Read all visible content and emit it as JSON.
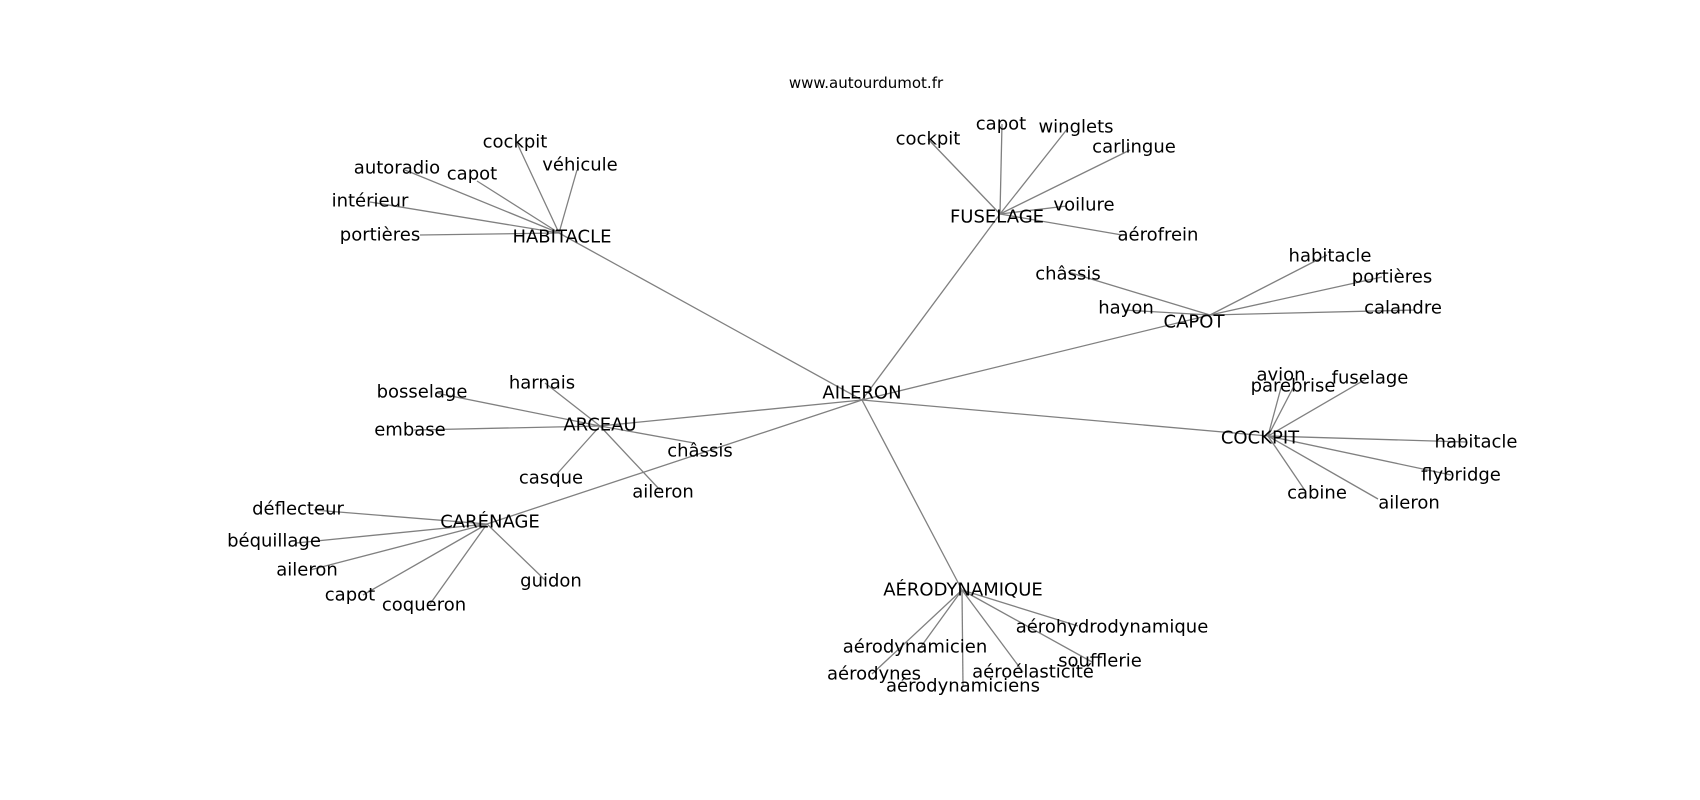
{
  "source": "www.autourdumot.fr",
  "center": "AILERON",
  "groups": [
    {
      "id": "habitacle",
      "label": "HABITACLE",
      "leaves": [
        "cockpit",
        "véhicule",
        "autoradio",
        "capot",
        "intérieur",
        "portières"
      ]
    },
    {
      "id": "fuselage",
      "label": "FUSELAGE",
      "leaves": [
        "cockpit",
        "capot",
        "winglets",
        "carlingue",
        "voilure",
        "aérofrein"
      ]
    },
    {
      "id": "capot",
      "label": "CAPOT",
      "leaves": [
        "châssis",
        "hayon",
        "habitacle",
        "portières",
        "calandre"
      ]
    },
    {
      "id": "cockpit",
      "label": "COCKPIT",
      "leaves": [
        "avion",
        "parebrise",
        "fuselage",
        "habitacle",
        "flybridge",
        "cabine",
        "aileron"
      ]
    },
    {
      "id": "arceau",
      "label": "ARCEAU",
      "leaves": [
        "bosselage",
        "harnais",
        "embase",
        "châssis",
        "casque",
        "aileron"
      ]
    },
    {
      "id": "carenage",
      "label": "CARÉNAGE",
      "leaves": [
        "déflecteur",
        "béquillage",
        "aileron",
        "capot",
        "coqueron",
        "guidon"
      ]
    },
    {
      "id": "aerodynamique",
      "label": "AÉRODYNAMIQUE",
      "leaves": [
        "aérohydrodynamique",
        "aérodynamicien",
        "soufflerie",
        "aérodynes",
        "aéroélasticité",
        "aérodynamiciens"
      ]
    }
  ]
}
